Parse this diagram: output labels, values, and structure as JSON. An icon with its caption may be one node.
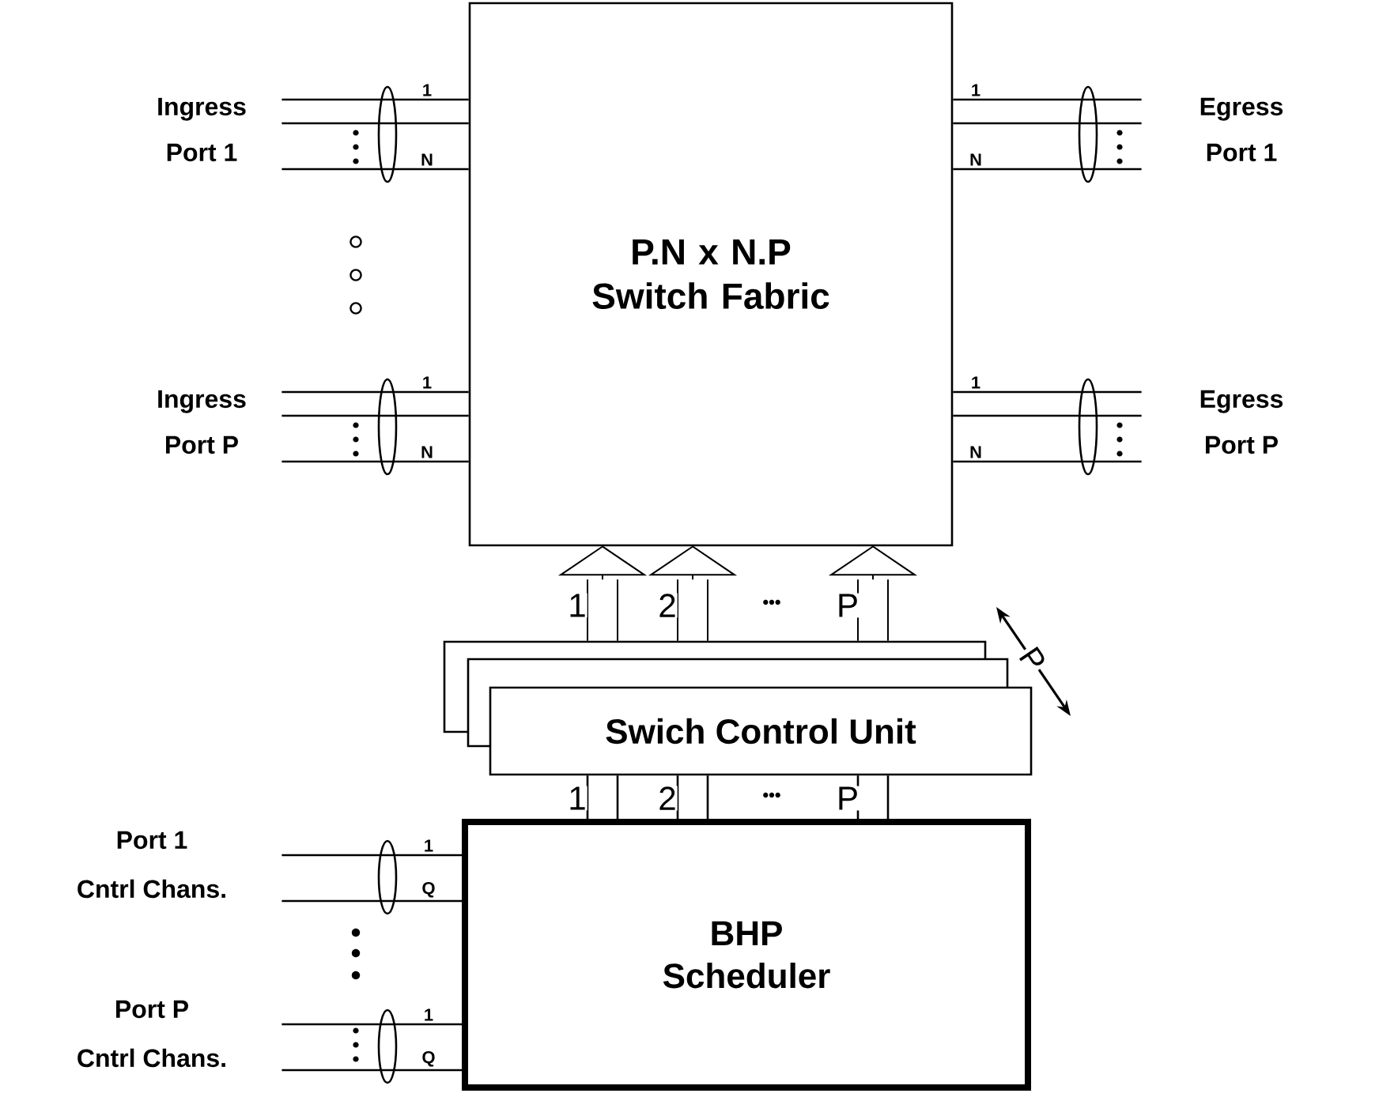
{
  "diagram": {
    "nodes": [
      {
        "text": [
          "P.N x N.P Switch Fabric"
        ]
      },
      {
        "text": [
          "Swich Control Unit"
        ]
      },
      {
        "text": [
          "BHP Scheduler"
        ]
      },
      {
        "text": [
          "Ingress Port 1"
        ]
      },
      {
        "text": [
          "Ingress Port P"
        ]
      },
      {
        "text": [
          "Egress Port 1"
        ]
      },
      {
        "text": [
          "Egress Port P"
        ]
      },
      {
        "text": [
          "Port 1 Cntrl Chans."
        ]
      },
      {
        "text": [
          "Port P Cntrl Chans."
        ]
      }
    ],
    "edges": [
      {
        "from": 3,
        "to": 0,
        "arrow": "none",
        "label": "1"
      },
      {
        "from": 3,
        "to": 0,
        "arrow": "none"
      },
      {
        "from": 3,
        "to": 0,
        "arrow": "none",
        "label": "N"
      },
      {
        "from": 4,
        "to": 0,
        "arrow": "none",
        "label": "1"
      },
      {
        "from": 4,
        "to": 0,
        "arrow": "none"
      },
      {
        "from": 4,
        "to": 0,
        "arrow": "none",
        "label": "N"
      },
      {
        "from": 0,
        "to": 5,
        "arrow": "none",
        "label": "1"
      },
      {
        "from": 0,
        "to": 5,
        "arrow": "none"
      },
      {
        "from": 0,
        "to": 5,
        "arrow": "none",
        "label": "N"
      },
      {
        "from": 0,
        "to": 6,
        "arrow": "none",
        "label": "1"
      },
      {
        "from": 0,
        "to": 6,
        "arrow": "none"
      },
      {
        "from": 0,
        "to": 6,
        "arrow": "none",
        "label": "N"
      },
      {
        "from": 7,
        "to": 2,
        "arrow": "none",
        "label": "1"
      },
      {
        "from": 7,
        "to": 2,
        "arrow": "none",
        "label": "Q"
      },
      {
        "from": 8,
        "to": 2,
        "arrow": "none",
        "label": "1"
      },
      {
        "from": 8,
        "to": 2,
        "arrow": "none",
        "label": "Q"
      },
      {
        "from": 2,
        "to": 1,
        "arrow": "none",
        "label": "1"
      },
      {
        "from": 2,
        "to": 1,
        "arrow": "none",
        "label": "2"
      },
      {
        "from": 2,
        "to": 1,
        "arrow": "none",
        "label": "P"
      },
      {
        "from": 1,
        "to": 0,
        "arrow": "to",
        "label": "1"
      },
      {
        "from": 1,
        "to": 0,
        "arrow": "to",
        "label": "2"
      },
      {
        "from": 1,
        "to": 0,
        "arrow": "to",
        "label": "P"
      }
    ],
    "labels": [
      "•••",
      "P",
      "•••"
    ]
  }
}
